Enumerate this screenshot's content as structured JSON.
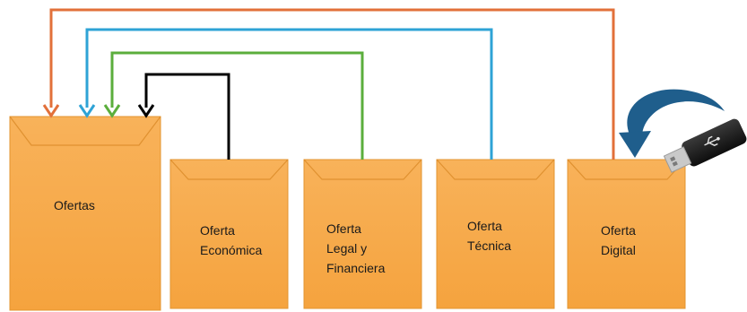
{
  "envelopes": [
    {
      "id": "ofertas",
      "lines": [
        "Ofertas"
      ]
    },
    {
      "id": "economica",
      "lines": [
        "Oferta",
        "Económica"
      ]
    },
    {
      "id": "legal",
      "lines": [
        "Oferta",
        "Legal y",
        "Financiera"
      ]
    },
    {
      "id": "tecnica",
      "lines": [
        "Oferta",
        "Técnica"
      ]
    },
    {
      "id": "digital",
      "lines": [
        "Oferta",
        "Digital"
      ]
    }
  ],
  "connectors": [
    {
      "from": "digital",
      "to": "ofertas",
      "color": "#E2703A"
    },
    {
      "from": "tecnica",
      "to": "ofertas",
      "color": "#2EA3D6"
    },
    {
      "from": "legal",
      "to": "ofertas",
      "color": "#5BAE3C"
    },
    {
      "from": "economica",
      "to": "ofertas",
      "color": "#000000"
    }
  ],
  "colors": {
    "envelope_fill": "#F7A945",
    "envelope_edge": "#E39430",
    "envelope_flap_line": "#D98A27",
    "curved_arrow": "#1F5E8C",
    "usb_body": "#1c1c1c",
    "usb_plug": "#c9c9c9"
  },
  "icons": {
    "usb": "usb-drive-icon",
    "curved_arrow": "curved-arrow-icon"
  }
}
